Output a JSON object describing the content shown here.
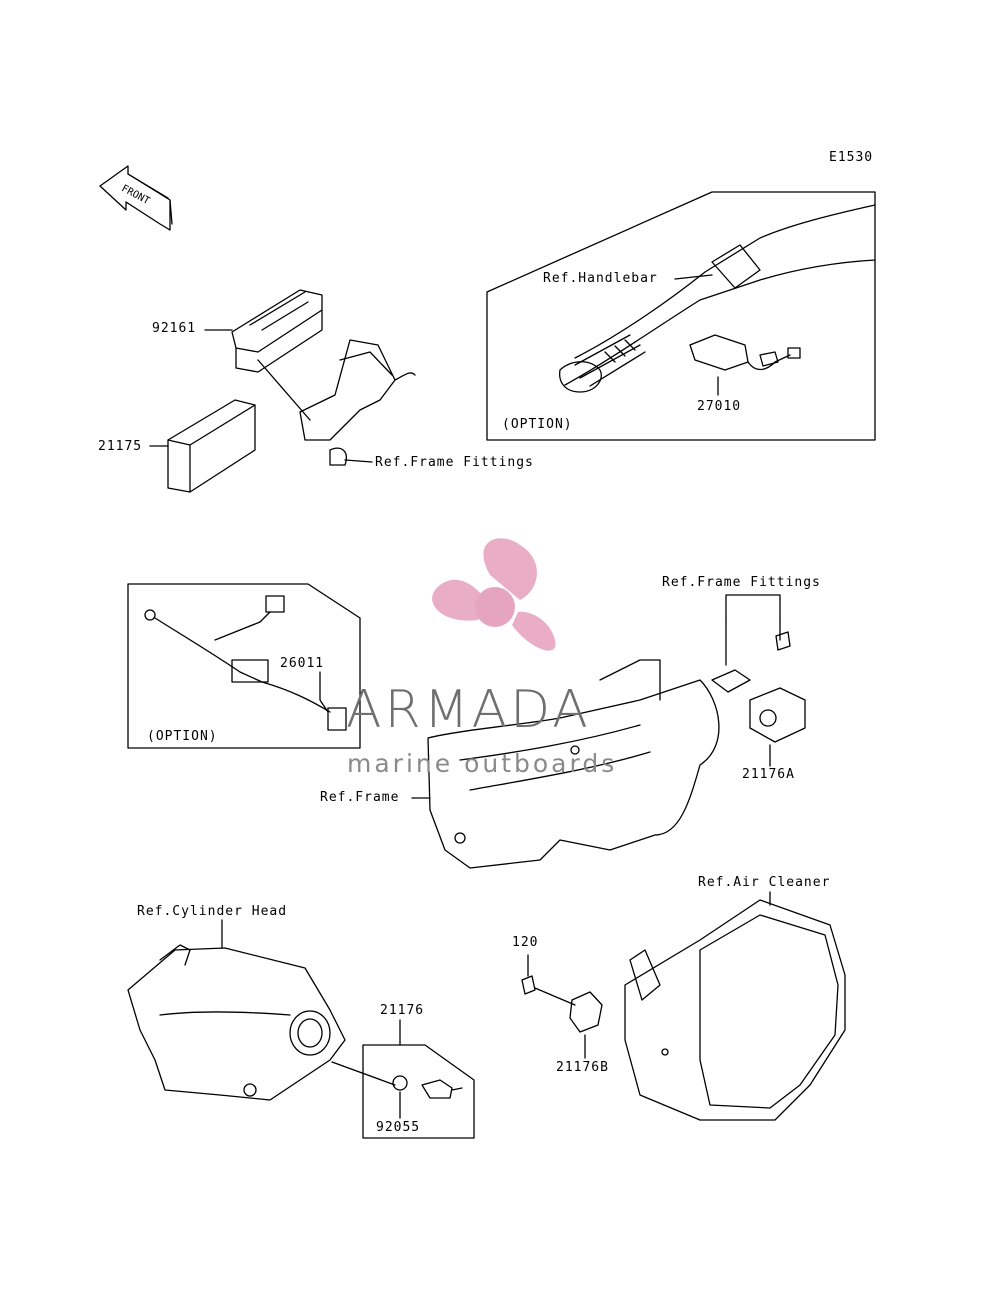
{
  "diagram_code": "E1530",
  "front_arrow_text": "FRONT",
  "labels": {
    "p92161": "92161",
    "p21175": "21175",
    "ref_frame_fittings_top": "Ref.Frame Fittings",
    "ref_handlebar": "Ref.Handlebar",
    "p27010": "27010",
    "option_handlebar": "(OPTION)",
    "p26011": "26011",
    "option_harness": "(OPTION)",
    "ref_frame_fittings_mid": "Ref.Frame Fittings",
    "p21176A": "21176A",
    "ref_frame": "Ref.Frame",
    "ref_air_cleaner": "Ref.Air Cleaner",
    "ref_cylinder_head": "Ref.Cylinder Head",
    "p120": "120",
    "p21176": "21176",
    "p21176B": "21176B",
    "p92055": "92055"
  },
  "watermark": {
    "brand": "ARMADA",
    "tagline": "marine outboards",
    "logo_color": "#e8a9c4",
    "logo_center_color": "#e4a0bd"
  }
}
